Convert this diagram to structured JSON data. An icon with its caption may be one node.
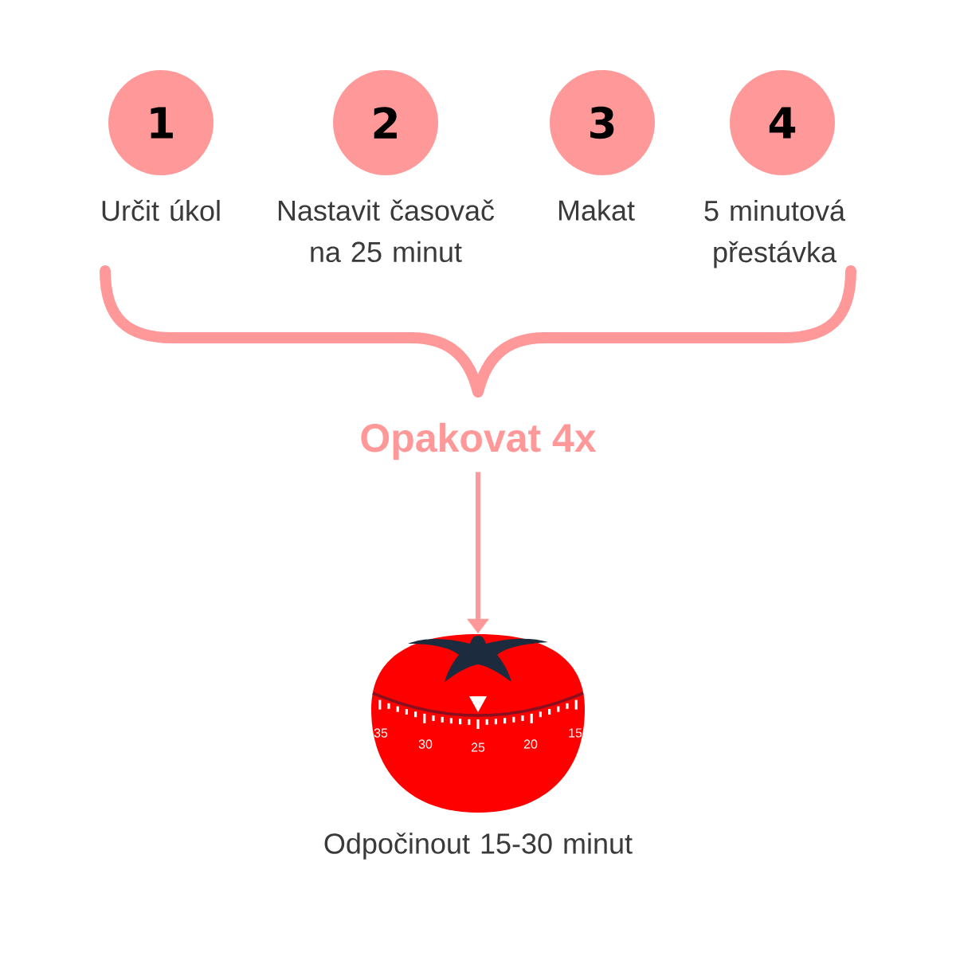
{
  "diagram": {
    "nodes": [
      {
        "text": [
          "1"
        ],
        "beside": [
          "Určit úkol"
        ]
      },
      {
        "text": [
          "2"
        ],
        "beside": [
          "Nastavit časovač na 25 minut"
        ]
      },
      {
        "text": [
          "3"
        ],
        "beside": [
          "Makat"
        ]
      },
      {
        "text": [
          "4"
        ],
        "beside": [
          "5 minutová přestávka"
        ]
      },
      {
        "text": [
          "Opakovat 4x"
        ]
      },
      {
        "text": [],
        "shape": "picture",
        "beside": [
          "Odpočinout 15-30 minut"
        ]
      }
    ],
    "edges": [
      {
        "from": 4,
        "to": 5,
        "arrow": "to"
      }
    ],
    "labels": [
      "35",
      "30",
      "25",
      "20",
      "15"
    ]
  }
}
